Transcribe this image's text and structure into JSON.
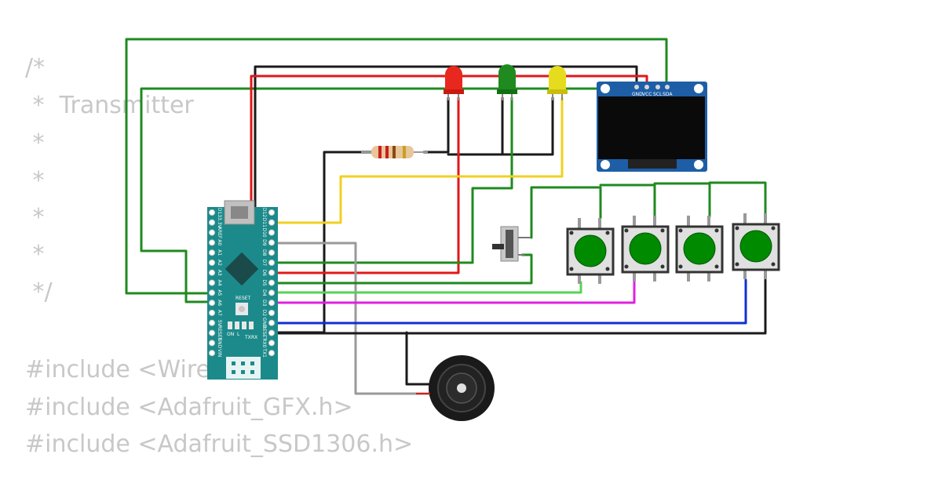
{
  "code_lines": [
    "/*",
    " *  Transmitter",
    " *",
    " *",
    " *",
    " *",
    " */",
    "",
    "#include <Wire.h>",
    "#include <Adafruit_GFX.h>",
    "#include <Adafruit_SSD1306.h>"
  ],
  "oled_pins": [
    "GND",
    "VCC",
    "SCL",
    "SDA"
  ],
  "arduino": {
    "name": "Arduino Nano",
    "top_pins": [
      "D12",
      "D11",
      "D10",
      "D9",
      "D8",
      "D7",
      "D6",
      "D5",
      "D4",
      "D3",
      "D2",
      "GND",
      "RESET",
      "RX0",
      "TX1"
    ],
    "bottom_pins": [
      "D13",
      "3.3V",
      "AREF",
      "A0",
      "A1",
      "A2",
      "A3",
      "A4",
      "A5",
      "A6",
      "A7",
      "5V",
      "RESET",
      "GND",
      "VIN"
    ],
    "reset_label": "RESET",
    "led_labels": [
      "ON",
      "L",
      "TX",
      "RX"
    ]
  },
  "components": {
    "leds": [
      {
        "name": "red-led",
        "color": "#e8281e"
      },
      {
        "name": "green-led",
        "color": "#1f8a1f"
      },
      {
        "name": "yellow-led",
        "color": "#e6dc1e"
      }
    ],
    "buttons": 4,
    "button_color": "#008a00",
    "resistor": "resistor",
    "slide_switch": "slide-switch",
    "buzzer": "buzzer",
    "display": "SSD1306 OLED"
  },
  "wire_colors": {
    "green": "#1f8a1f",
    "black": "#1a1a1a",
    "red": "#e01818",
    "yellow": "#f0d020",
    "gray": "#9a9a9a",
    "light_green": "#54d454",
    "magenta": "#e020e0",
    "blue": "#1030d0"
  }
}
